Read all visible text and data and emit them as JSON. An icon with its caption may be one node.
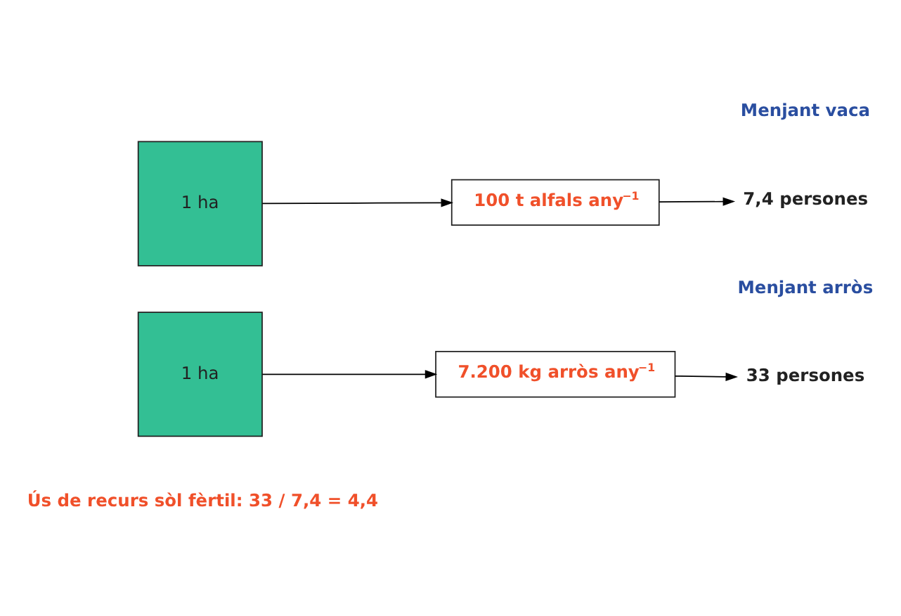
{
  "diagram": {
    "nodes": [
      {
        "text": [
          "1 ha"
        ]
      },
      {
        "text": [
          "100 t alfals any$^{−1}$"
        ]
      },
      {
        "text": [
          "7,4 persones"
        ]
      },
      {
        "text": [
          "1 ha"
        ]
      },
      {
        "text": [
          "7.200 kg arròs any$^{−1}$"
        ]
      },
      {
        "text": [
          "33 persones"
        ]
      }
    ],
    "edges": [
      {
        "from": 0,
        "to": 1,
        "arrow": "to"
      },
      {
        "from": 1,
        "to": 2,
        "arrow": "to"
      },
      {
        "from": 3,
        "to": 4,
        "arrow": "to"
      },
      {
        "from": 4,
        "to": 5,
        "arrow": "to"
      }
    ],
    "labels": [
      "Menjant vaca",
      "Menjant arròs",
      "Ús de recurs sòl fèrtil: 33 / 7,4 = 4,4"
    ]
  }
}
